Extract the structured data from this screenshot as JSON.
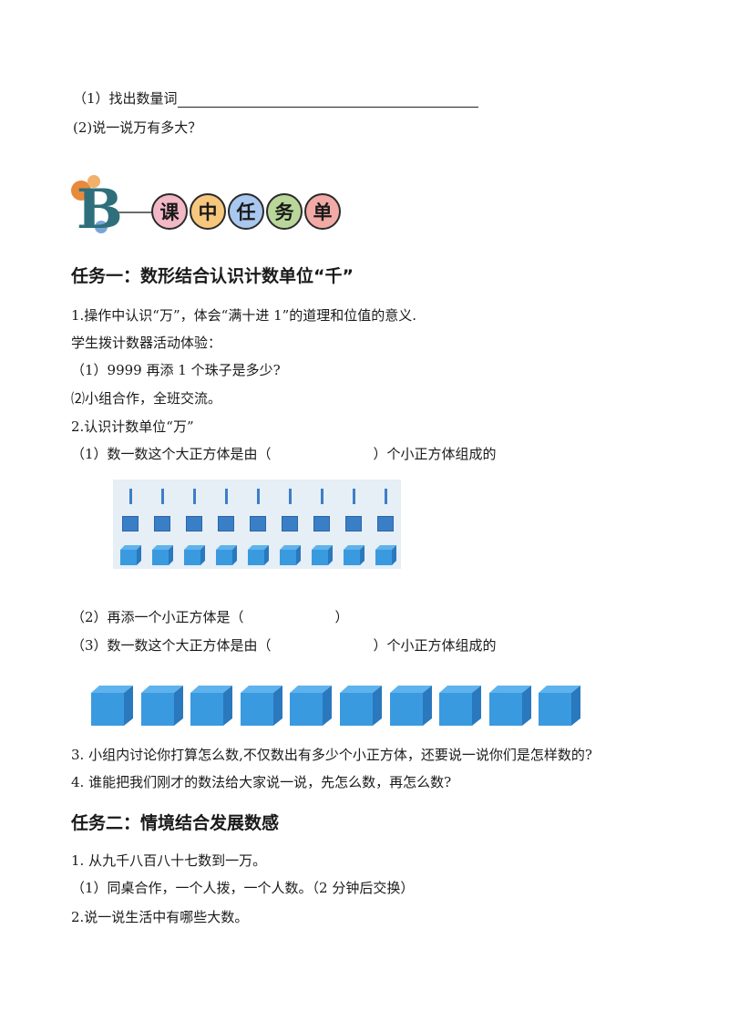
{
  "top": {
    "q1": "（1）找出数量词",
    "q2": "(2)说一说万有多大？"
  },
  "banner": {
    "letter": "B",
    "bubbles": [
      {
        "char": "课",
        "color": "#f2b8c6"
      },
      {
        "char": "中",
        "color": "#f7c77d"
      },
      {
        "char": "任",
        "color": "#a9c8ef"
      },
      {
        "char": "务",
        "color": "#b9d79a"
      },
      {
        "char": "单",
        "color": "#f2aaa6"
      }
    ]
  },
  "task1": {
    "heading": "任务一：数形结合认识计数单位“千”",
    "l1": "1.操作中认识“万”，体会“满十进 1”的道理和位值的意义.",
    "l2": "学生拨计数器活动体验：",
    "l3": "（1）9999 再添 1 个珠子是多少?",
    "l4": "⑵小组合作，全班交流。",
    "l5": "2.认识计数单位“万”",
    "l6a": "（1）数一数这个大正方体是由（",
    "l6b": "）个小正方体组成的",
    "l7a": "（2）再添一个小正方体是（",
    "l7b": "）",
    "l8a": "（3）数一数这个大正方体是由（",
    "l8b": "）个小正方体组成的",
    "l9": "3. 小组内讨论你打算怎么数,不仅数出有多少个小正方体，还要说一说你们是怎样数的?",
    "l10": "4. 谁能把我们刚才的数法给大家说一说，先怎么数，再怎么数?"
  },
  "task2": {
    "heading": "任务二：情境结合发展数感",
    "l1": "1. 从九千八百八十七数到一万。",
    "l2": "（1）同桌合作，一个人拨，一个人数。（2 分钟后交换）",
    "l3": "2.说一说生活中有哪些大数。"
  },
  "colors": {
    "cube_front": "#3a9ae0",
    "cube_top": "#5fb3ec",
    "cube_side": "#2a78bd",
    "block": "#3a7fc6"
  }
}
